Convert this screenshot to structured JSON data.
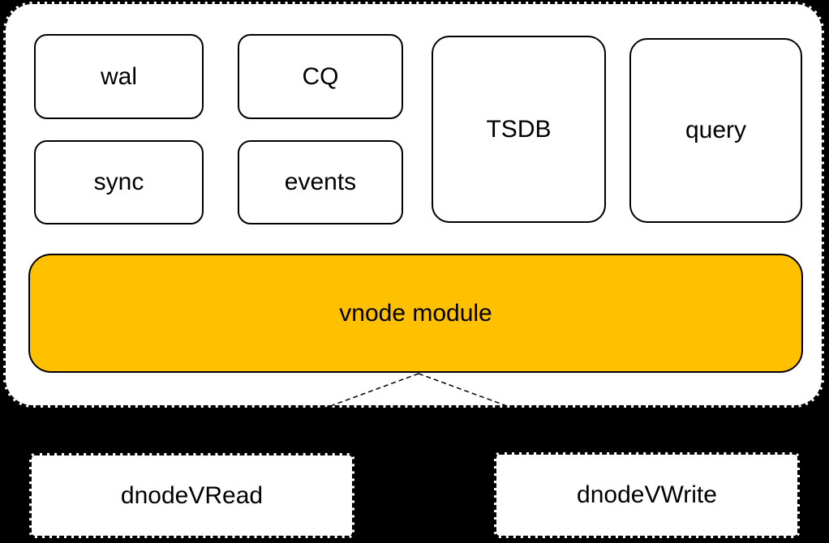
{
  "colors": {
    "background": "#000000",
    "box_fill": "#ffffff",
    "vnode_fill": "#ffc000",
    "stroke": "#000000"
  },
  "vnode_group": {
    "modules": [
      {
        "label": "wal"
      },
      {
        "label": "CQ"
      },
      {
        "label": "sync"
      },
      {
        "label": "events"
      },
      {
        "label": "TSDB"
      },
      {
        "label": "query"
      }
    ],
    "vnode_label": "vnode module"
  },
  "dnodes": [
    {
      "label": "dnodeVRead"
    },
    {
      "label": "dnodeVWrite"
    }
  ]
}
